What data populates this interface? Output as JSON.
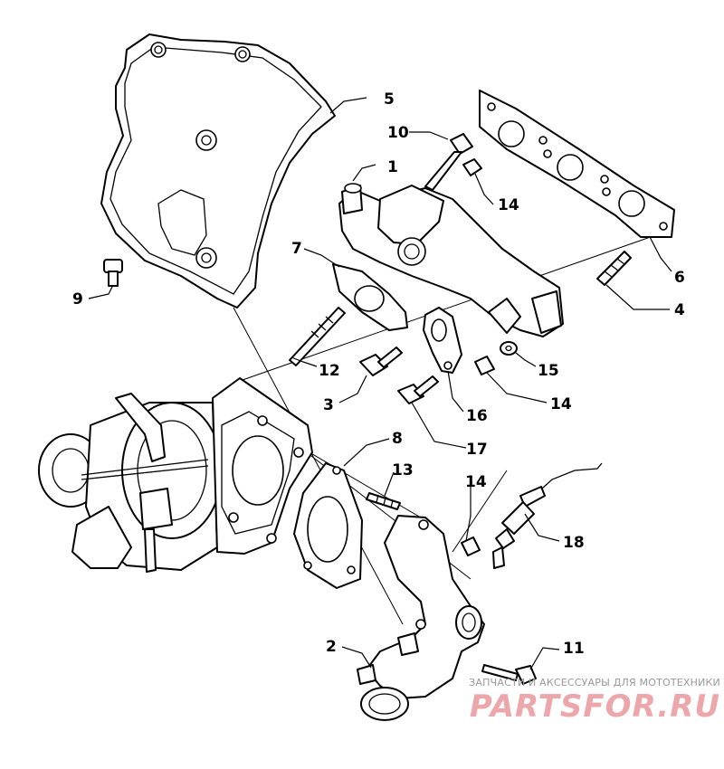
{
  "diagram": {
    "callouts": [
      {
        "id": "1",
        "text": "1"
      },
      {
        "id": "2",
        "text": "2"
      },
      {
        "id": "3",
        "text": "3"
      },
      {
        "id": "4",
        "text": "4"
      },
      {
        "id": "5",
        "text": "5"
      },
      {
        "id": "6",
        "text": "6"
      },
      {
        "id": "7",
        "text": "7"
      },
      {
        "id": "8",
        "text": "8"
      },
      {
        "id": "9",
        "text": "9"
      },
      {
        "id": "10",
        "text": "10"
      },
      {
        "id": "11",
        "text": "11"
      },
      {
        "id": "12",
        "text": "12"
      },
      {
        "id": "13",
        "text": "13"
      },
      {
        "id": "14a",
        "text": "14"
      },
      {
        "id": "14b",
        "text": "14"
      },
      {
        "id": "14c",
        "text": "14"
      },
      {
        "id": "15",
        "text": "15"
      },
      {
        "id": "16",
        "text": "16"
      },
      {
        "id": "17",
        "text": "17"
      },
      {
        "id": "18",
        "text": "18"
      }
    ]
  },
  "watermark": {
    "caption": "ЗАПЧАСТИ И АКСЕССУАРЫ ДЛЯ МОТОТЕХНИКИ",
    "logo": "PARTSFOR.RU",
    "color": "#e88a8f"
  }
}
